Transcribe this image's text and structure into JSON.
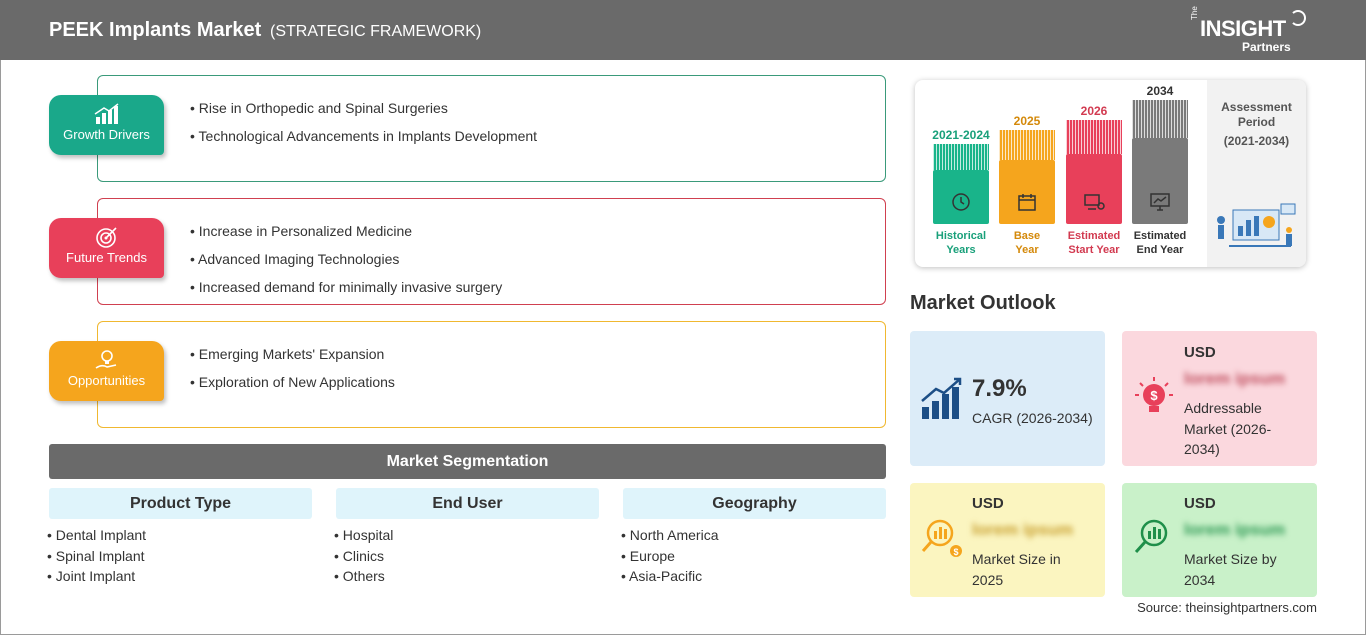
{
  "header": {
    "title": "PEEK Implants Market",
    "subtitle": "(STRATEGIC FRAMEWORK)",
    "logo": {
      "the": "The",
      "insight": "INSIGHT",
      "partners": "Partners"
    }
  },
  "framework": {
    "growth": {
      "label": "Growth Drivers",
      "color": "#1aa88a",
      "border": "#3a9a7a",
      "items": [
        "Rise in Orthopedic and Spinal Surgeries",
        "Technological Advancements in Implants Development"
      ]
    },
    "trends": {
      "label": "Future Trends",
      "color": "#e8405a",
      "border": "#d04050",
      "items": [
        "Increase in Personalized Medicine",
        "Advanced Imaging Technologies",
        "Increased demand for minimally invasive surgery"
      ]
    },
    "opps": {
      "label": "Opportunities",
      "color": "#f5a51d",
      "border": "#f0b830",
      "items": [
        "Emerging Markets' Expansion",
        "Exploration of New Applications"
      ]
    }
  },
  "segmentation": {
    "title": "Market Segmentation",
    "columns": [
      {
        "head": "Product Type",
        "items": [
          "Dental Implant",
          "Spinal Implant",
          "Joint Implant"
        ]
      },
      {
        "head": "End User",
        "items": [
          "Hospital",
          "Clinics",
          "Others"
        ]
      },
      {
        "head": "Geography",
        "items": [
          "North America",
          "Europe",
          "Asia-Pacific"
        ]
      }
    ]
  },
  "timeline": {
    "hist": {
      "year": "2021-2024",
      "line1": "Historical",
      "line2": "Years",
      "color": "#19b48a"
    },
    "base": {
      "year": "2025",
      "line1": "Base",
      "line2": "Year",
      "color": "#f5a51d"
    },
    "start": {
      "year": "2026",
      "line1": "Estimated",
      "line2": "Start Year",
      "color": "#e8405a"
    },
    "end": {
      "year": "2034",
      "line1": "Estimated",
      "line2": "End Year",
      "color": "#7a7a7a"
    },
    "assessment": {
      "title": "Assessment Period",
      "period": "(2021-2034)"
    }
  },
  "outlook": {
    "title": "Market Outlook",
    "cagr": {
      "value": "7.9%",
      "label": "CAGR (2026-2034)",
      "bg": "#dcecf8"
    },
    "addressable": {
      "usd": "USD",
      "value": "lorem ipsum",
      "label": "Addressable Market (2026-2034)",
      "bg": "#fbd8de"
    },
    "size2025": {
      "usd": "USD",
      "value": "lorem ipsum",
      "label": "Market Size in 2025",
      "bg": "#fbf5c0"
    },
    "size2034": {
      "usd": "USD",
      "value": "lorem ipsum",
      "label": "Market Size by 2034",
      "bg": "#c9f1c9"
    }
  },
  "source": "Source: theinsightpartners.com"
}
